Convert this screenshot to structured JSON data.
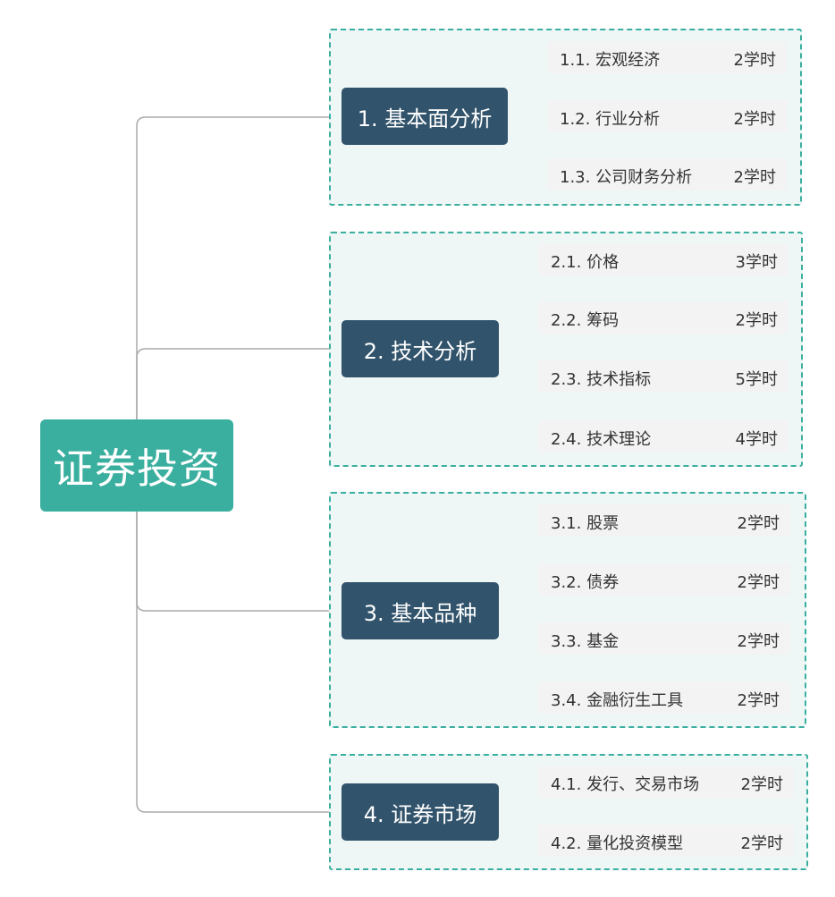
{
  "root": {
    "label": "证券投资"
  },
  "colors": {
    "root_fill": "#3aaf9f",
    "branch_fill": "#31536b",
    "group_border": "#3aaf9f",
    "group_fill": "#eef6f6",
    "leaf_fill": "#f3f3f3",
    "connector": "#aaaaaa"
  },
  "branches": [
    {
      "label": "1. 基本面分析",
      "topics": [
        {
          "label": "1.1. 宏观经济",
          "hours": "2学时"
        },
        {
          "label": "1.2. 行业分析",
          "hours": "2学时"
        },
        {
          "label": "1.3. 公司财务分析",
          "hours": "2学时"
        }
      ]
    },
    {
      "label": "2. 技术分析",
      "topics": [
        {
          "label": "2.1. 价格",
          "hours": "3学时"
        },
        {
          "label": "2.2. 筹码",
          "hours": "2学时"
        },
        {
          "label": "2.3. 技术指标",
          "hours": "5学时"
        },
        {
          "label": "2.4. 技术理论",
          "hours": "4学时"
        }
      ]
    },
    {
      "label": "3. 基本品种",
      "topics": [
        {
          "label": "3.1. 股票",
          "hours": "2学时"
        },
        {
          "label": "3.2. 债券",
          "hours": "2学时"
        },
        {
          "label": "3.3. 基金",
          "hours": "2学时"
        },
        {
          "label": "3.4. 金融衍生工具",
          "hours": "2学时"
        }
      ]
    },
    {
      "label": "4. 证券市场",
      "topics": [
        {
          "label": "4.1. 发行、交易市场",
          "hours": "2学时"
        },
        {
          "label": "4.2. 量化投资模型",
          "hours": "2学时"
        }
      ]
    }
  ]
}
